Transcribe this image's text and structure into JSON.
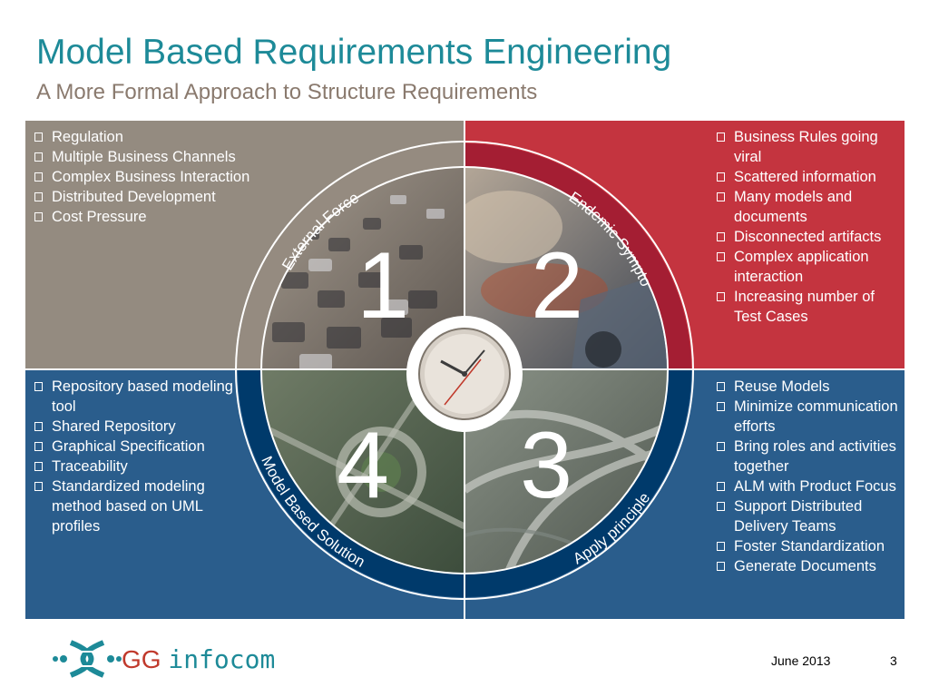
{
  "slide": {
    "title": "Model Based Requirements Engineering",
    "subtitle": "A More Formal Approach to Structure Requirements"
  },
  "quadrants": {
    "top_left": {
      "arc_label": "External Forces",
      "number": "1",
      "color": "#948b80",
      "bullets": [
        "Regulation",
        "Multiple Business Channels",
        "Complex Business Interaction",
        "Distributed Development",
        "Cost Pressure"
      ]
    },
    "top_right": {
      "arc_label": "Endemic Symptoms",
      "number": "2",
      "color": "#c4343f",
      "bullets": [
        "Business Rules going viral",
        "Scattered information",
        "Many models and documents",
        "Disconnected artifacts",
        "Complex application interaction",
        "Increasing number of Test Cases"
      ]
    },
    "bottom_right": {
      "arc_label": "Apply principles",
      "number": "3",
      "color": "#2a5d8c",
      "bullets": [
        "Reuse Models",
        "Minimize communication efforts",
        "Bring roles and activities together",
        "ALM with Product Focus",
        "Support Distributed Delivery Teams",
        "Foster Standardization",
        "Generate Documents"
      ]
    },
    "bottom_left": {
      "arc_label": "Model Based Solution",
      "number": "4",
      "color": "#2a5d8c",
      "bullets": [
        "Repository based modeling tool",
        "Shared Repository",
        "Graphical Specification",
        "Traceability",
        "Standardized modeling method based on UML profiles"
      ]
    }
  },
  "footer": {
    "logo_gg": "GG",
    "logo_infocom": "infocom",
    "date": "June 2013",
    "page_number": "3"
  },
  "colors": {
    "title": "#1d8a98",
    "subtitle": "#8a7a6e",
    "ring_top_left": "#958b80",
    "ring_top_right": "#a41e33",
    "ring_bottom": "#003a6b",
    "logo_red": "#c0392b",
    "logo_teal": "#1d8a98"
  },
  "icons": {
    "clock": "clock-icon",
    "logo": "gg-infocom-logo"
  }
}
